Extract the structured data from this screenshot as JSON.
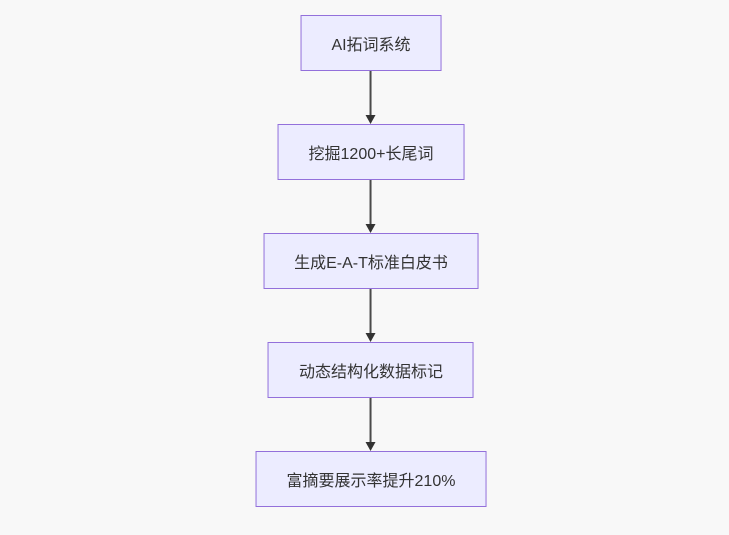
{
  "flowchart": {
    "direction": "top-down",
    "nodes": [
      {
        "id": "n1",
        "label": "AI拓词系统"
      },
      {
        "id": "n2",
        "label": "挖掘1200+长尾词"
      },
      {
        "id": "n3",
        "label": "生成E-A-T标准白皮书"
      },
      {
        "id": "n4",
        "label": "动态结构化数据标记"
      },
      {
        "id": "n5",
        "label": "富摘要展示率提升210%"
      }
    ],
    "edges": [
      {
        "from": "n1",
        "to": "n2"
      },
      {
        "from": "n2",
        "to": "n3"
      },
      {
        "from": "n3",
        "to": "n4"
      },
      {
        "from": "n4",
        "to": "n5"
      }
    ],
    "colors": {
      "background": "#f8f8f8",
      "node_fill": "#ECECFF",
      "node_border": "#9370DB",
      "node_text": "#333333",
      "arrow": "#333333"
    }
  }
}
